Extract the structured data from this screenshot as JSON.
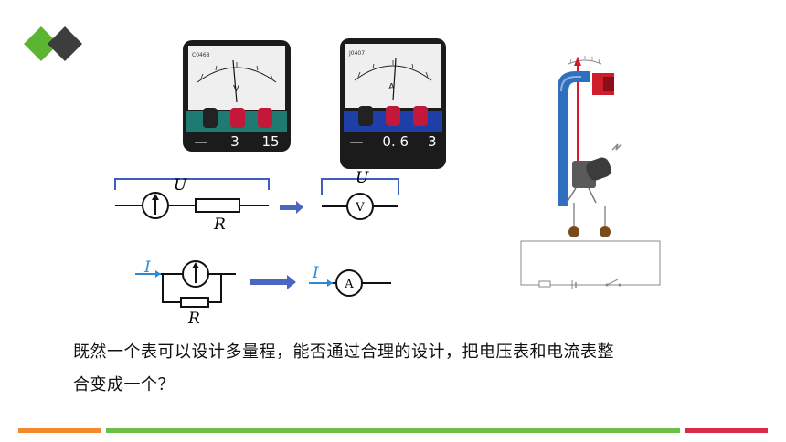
{
  "voltmeter_photo": {
    "terminal_labels": [
      "—",
      "3",
      "15"
    ],
    "scale_symbol": "V",
    "model_text": "C0468"
  },
  "ammeter_photo": {
    "terminal_labels": [
      "—",
      "0. 6",
      "3"
    ],
    "scale_symbol": "A",
    "model_text": "J0407"
  },
  "circuits": {
    "top_left": {
      "span_label": "U",
      "resistor_label": "R"
    },
    "top_right": {
      "span_label": "U",
      "meter_symbol": "V"
    },
    "bottom_left": {
      "current_label": "I",
      "resistor_label": "R"
    },
    "bottom_right": {
      "current_label": "I",
      "meter_symbol": "A"
    }
  },
  "question": {
    "line1": "既然一个表可以设计多量程，能否通过合理的设计，把电压表和电流表整",
    "line2": "合变成一个？"
  },
  "colors": {
    "logo_green": "#5cb531",
    "logo_dark": "#3d3d3d",
    "bar_orange": "#f08a2a",
    "bar_green": "#6cc04a",
    "bar_red": "#d92a4a",
    "circuit_blue": "#3f5fbf",
    "current_blue": "#2a8ad6"
  }
}
